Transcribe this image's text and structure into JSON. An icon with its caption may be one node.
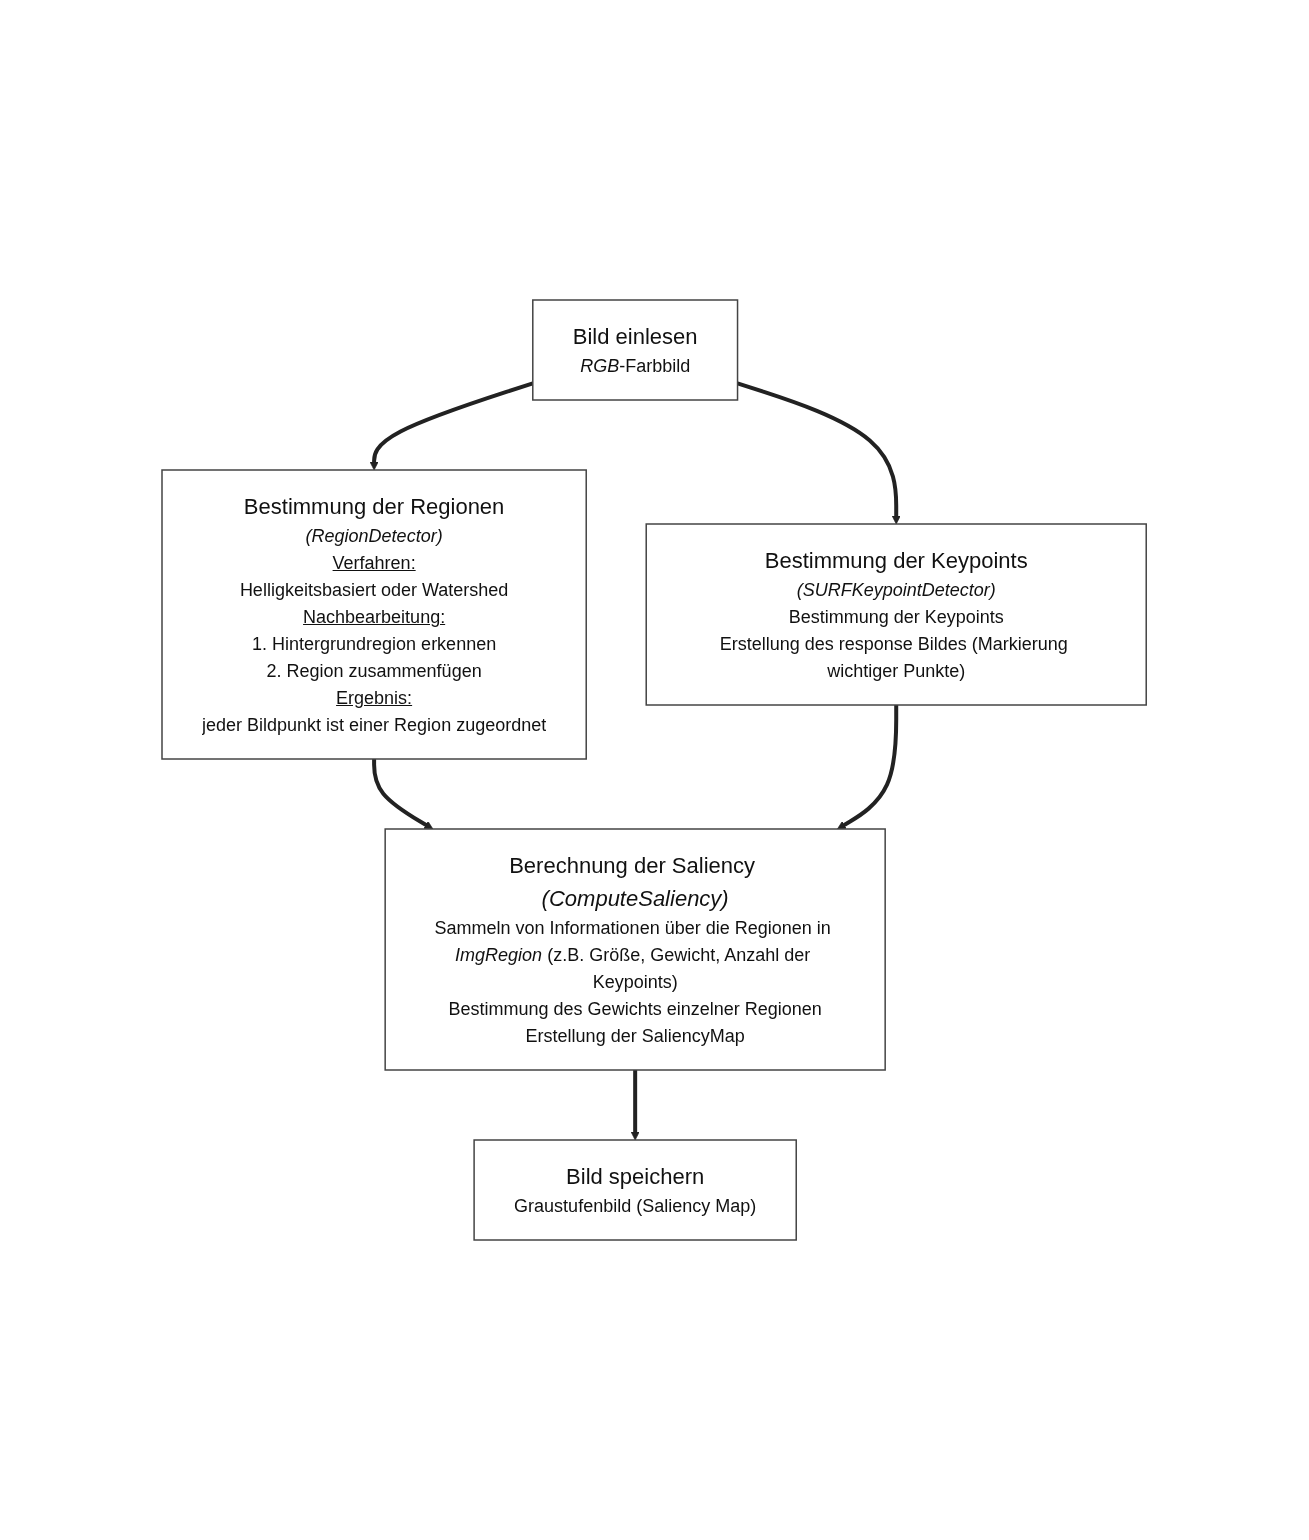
{
  "diagram": {
    "nodes": [
      {
        "text": [
          "Bild einlesen",
          "*RGB*-Farbbild"
        ]
      },
      {
        "text": [
          "Bestimmung der Regionen",
          "(RegionDetector)",
          "Verfahren:",
          "Helligkeitsbasiert oder Watershed",
          "Nachbearbeitung:",
          "1. Hintergrundregion erkennen",
          "2. Region zusammenfügen",
          "Ergebnis:",
          "jeder Bildpunkt ist einer Region zugeordnet"
        ]
      },
      {
        "text": [
          "Bestimmung der Keypoints",
          "(SURFKeypointDetector)",
          "Bestimmung der Keypoints",
          "Erstellung des response Bildes (Markierung wichtiger Punkte)"
        ]
      },
      {
        "text": [
          "Berechnung der Saliency *(ComputeSaliency)*",
          "Sammeln von Informationen über die Regionen in *ImgRegion* (z.B. Größe, Gewicht, Anzahl der Keypoints)",
          "Bestimmung des Gewichts einzelner Regionen",
          "Erstellung der SaliencyMap"
        ]
      },
      {
        "text": [
          "Bild speichern",
          "Graustufenbild (Saliency Map)"
        ]
      }
    ],
    "edges": [
      {
        "from": 0,
        "to": 1,
        "arrow": "to"
      },
      {
        "from": 0,
        "to": 2,
        "arrow": "to"
      },
      {
        "from": 1,
        "to": 3,
        "arrow": "to"
      },
      {
        "from": 2,
        "to": 3,
        "arrow": "to"
      },
      {
        "from": 3,
        "to": 4,
        "arrow": "to"
      }
    ]
  }
}
